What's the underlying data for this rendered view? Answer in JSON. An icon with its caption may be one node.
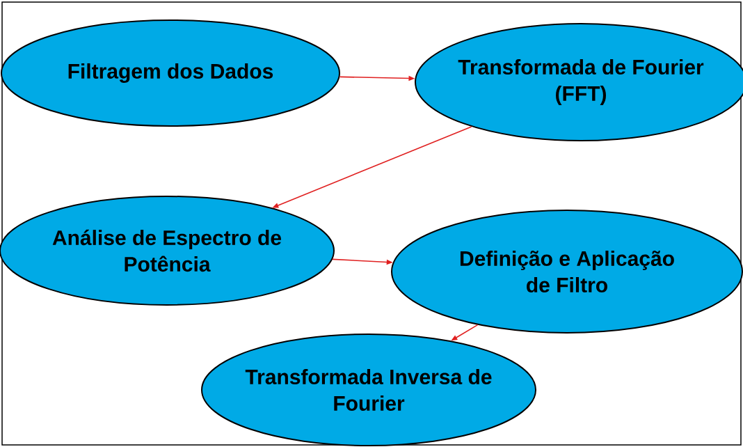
{
  "diagram": {
    "nodes": [
      {
        "text": [
          "Filtragem dos Dados"
        ]
      },
      {
        "text": [
          "Transformada de Fourier (FFT)"
        ]
      },
      {
        "text": [
          "Análise de Espectro de Potência"
        ]
      },
      {
        "text": [
          "Definição e Aplicação de Filtro"
        ]
      },
      {
        "text": [
          "Transformada Inversa de Fourier"
        ]
      }
    ],
    "edges": [
      {
        "from": 0,
        "to": 1,
        "arrow": "to"
      },
      {
        "from": 1,
        "to": 2,
        "arrow": "to"
      },
      {
        "from": 2,
        "to": 3,
        "arrow": "to"
      },
      {
        "from": 3,
        "to": 4,
        "arrow": "to"
      }
    ]
  }
}
